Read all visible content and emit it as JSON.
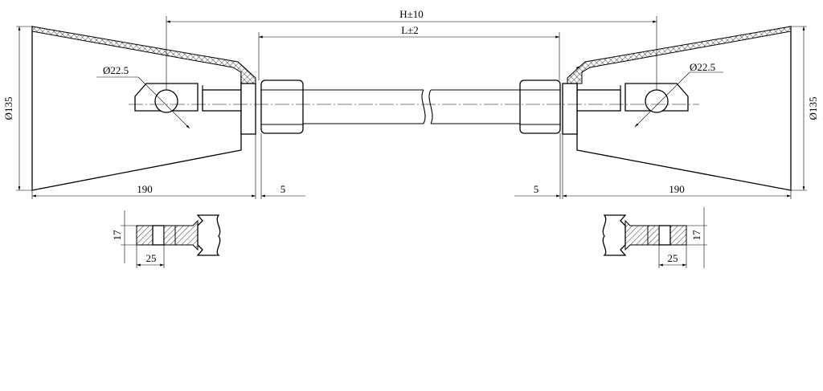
{
  "dimensions": {
    "overall_length": "H±10",
    "rod_length": "L±2",
    "left_diameter": "Ø135",
    "right_diameter": "Ø135",
    "left_hole": "Ø22.5",
    "right_hole": "Ø22.5",
    "left_length": "190",
    "right_length": "190",
    "left_gap": "5",
    "right_gap": "5",
    "left_section_height": "17",
    "left_section_width": "25",
    "right_section_height": "17",
    "right_section_width": "25"
  }
}
